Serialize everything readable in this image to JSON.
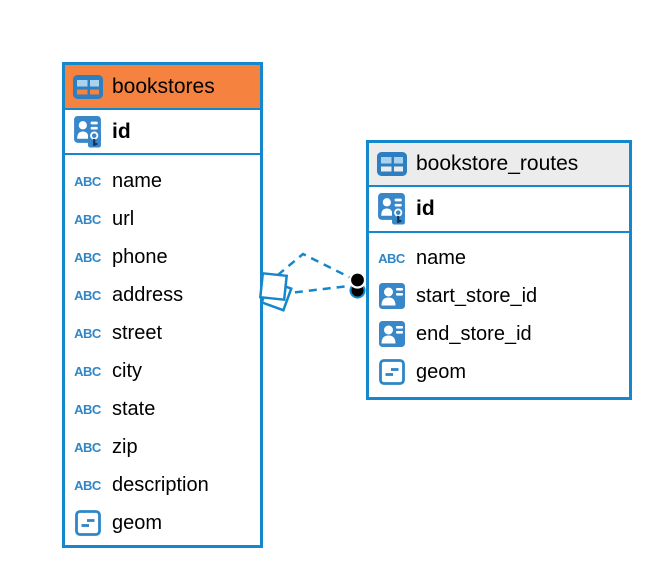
{
  "icons": {
    "text_glyph": "ABC"
  },
  "colors": {
    "border_blue": "#1487cd",
    "header_orange": "#f5823f",
    "header_gray": "#ececec",
    "icon_blue": "#3787c9",
    "icon_cell_light": "#a9d2ee",
    "connector_endpoint_black": "#000000"
  },
  "tables": [
    {
      "name": "bookstores",
      "primary_key": {
        "name": "id"
      },
      "columns": [
        {
          "name": "name",
          "type": "text"
        },
        {
          "name": "url",
          "type": "text"
        },
        {
          "name": "phone",
          "type": "text"
        },
        {
          "name": "address",
          "type": "text"
        },
        {
          "name": "street",
          "type": "text"
        },
        {
          "name": "city",
          "type": "text"
        },
        {
          "name": "state",
          "type": "text"
        },
        {
          "name": "zip",
          "type": "text"
        },
        {
          "name": "description",
          "type": "text"
        },
        {
          "name": "geom",
          "type": "object"
        }
      ]
    },
    {
      "name": "bookstore_routes",
      "primary_key": {
        "name": "id"
      },
      "columns": [
        {
          "name": "name",
          "type": "text"
        },
        {
          "name": "start_store_id",
          "type": "reference"
        },
        {
          "name": "end_store_id",
          "type": "reference"
        },
        {
          "name": "geom",
          "type": "object"
        }
      ]
    }
  ],
  "relationships": [
    {
      "from": "bookstores",
      "to": "bookstore_routes",
      "style": "dashed"
    },
    {
      "from": "bookstores",
      "to": "bookstore_routes",
      "style": "dashed"
    }
  ]
}
